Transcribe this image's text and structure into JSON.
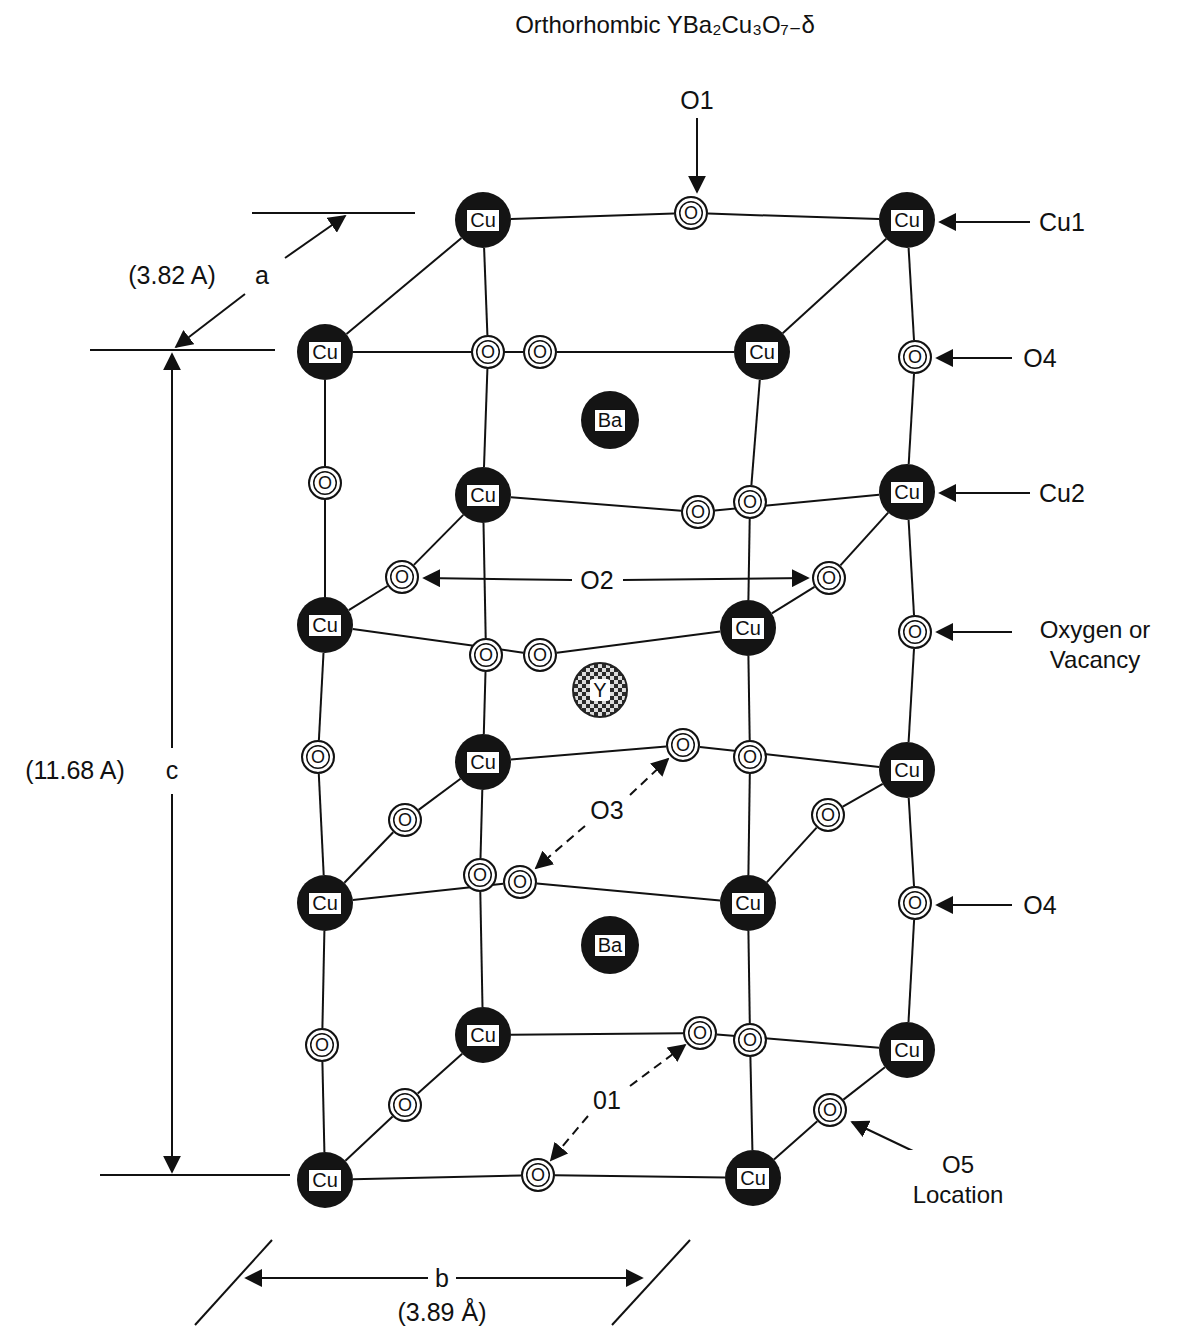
{
  "diagram": {
    "title": "Orthorhombic YBa₂Cu₃O₇₋δ",
    "nodes": [
      {
        "text": [
          "O"
        ]
      },
      {
        "text": [
          "Cu"
        ]
      },
      {
        "text": [
          "Cu"
        ]
      },
      {
        "text": [
          "Cu"
        ]
      },
      {
        "text": [
          "O"
        ]
      },
      {
        "text": [
          "O"
        ]
      },
      {
        "text": [
          "Cu"
        ]
      },
      {
        "text": [
          "O"
        ]
      },
      {
        "text": [
          "Ba"
        ]
      },
      {
        "text": [
          "O"
        ]
      },
      {
        "text": [
          "Cu"
        ]
      },
      {
        "text": [
          "Cu"
        ]
      },
      {
        "text": [
          "O"
        ]
      },
      {
        "text": [
          "O"
        ]
      },
      {
        "text": [
          "O"
        ]
      },
      {
        "text": [
          "O"
        ]
      },
      {
        "text": [
          "Cu"
        ]
      },
      {
        "text": [
          "Cu"
        ]
      },
      {
        "text": [
          "O"
        ]
      },
      {
        "text": [
          "O"
        ]
      },
      {
        "text": [
          "O"
        ]
      },
      {
        "text": [
          "Y"
        ]
      },
      {
        "text": [
          "O"
        ]
      },
      {
        "text": [
          "O"
        ]
      },
      {
        "text": [
          "O"
        ]
      },
      {
        "text": [
          "Cu"
        ]
      },
      {
        "text": [
          "Cu"
        ]
      },
      {
        "text": [
          "O"
        ]
      },
      {
        "text": [
          "O"
        ]
      },
      {
        "text": [
          "O"
        ]
      },
      {
        "text": [
          "O"
        ]
      },
      {
        "text": [
          "Cu"
        ]
      },
      {
        "text": [
          "Cu"
        ]
      },
      {
        "text": [
          "O"
        ]
      },
      {
        "text": [
          "Ba"
        ]
      },
      {
        "text": [
          "O"
        ]
      },
      {
        "text": [
          "Cu"
        ]
      },
      {
        "text": [
          "O"
        ]
      },
      {
        "text": [
          "O"
        ]
      },
      {
        "text": [
          "Cu"
        ]
      },
      {
        "text": [
          "O"
        ]
      },
      {
        "text": [
          "O"
        ]
      },
      {
        "text": [
          "O"
        ]
      },
      {
        "text": [
          "Cu"
        ]
      },
      {
        "text": [
          "Cu"
        ]
      }
    ],
    "edges": [
      {
        "from": 1,
        "to": 0,
        "arrow": "none"
      },
      {
        "from": 0,
        "to": 2,
        "arrow": "none"
      },
      {
        "from": 3,
        "to": 5,
        "arrow": "none"
      },
      {
        "from": 5,
        "to": 6,
        "arrow": "none"
      },
      {
        "from": 1,
        "to": 3,
        "arrow": "none"
      },
      {
        "from": 2,
        "to": 6,
        "arrow": "none"
      },
      {
        "from": 1,
        "to": 4,
        "arrow": "none"
      },
      {
        "from": 4,
        "to": 10,
        "arrow": "none"
      },
      {
        "from": 10,
        "to": 19,
        "arrow": "none"
      },
      {
        "from": 19,
        "to": 25,
        "arrow": "none"
      },
      {
        "from": 25,
        "to": 29,
        "arrow": "none"
      },
      {
        "from": 29,
        "to": 36,
        "arrow": "none"
      },
      {
        "from": 2,
        "to": 7,
        "arrow": "none"
      },
      {
        "from": 7,
        "to": 11,
        "arrow": "none"
      },
      {
        "from": 11,
        "to": 18,
        "arrow": "none"
      },
      {
        "from": 18,
        "to": 26,
        "arrow": "none"
      },
      {
        "from": 26,
        "to": 33,
        "arrow": "none"
      },
      {
        "from": 33,
        "to": 39,
        "arrow": "none"
      },
      {
        "from": 3,
        "to": 9,
        "arrow": "none"
      },
      {
        "from": 9,
        "to": 16,
        "arrow": "none"
      },
      {
        "from": 16,
        "to": 24,
        "arrow": "none"
      },
      {
        "from": 24,
        "to": 31,
        "arrow": "none"
      },
      {
        "from": 31,
        "to": 38,
        "arrow": "none"
      },
      {
        "from": 38,
        "to": 44,
        "arrow": "none"
      },
      {
        "from": 6,
        "to": 12,
        "arrow": "none"
      },
      {
        "from": 12,
        "to": 17,
        "arrow": "none"
      },
      {
        "from": 17,
        "to": 23,
        "arrow": "none"
      },
      {
        "from": 23,
        "to": 32,
        "arrow": "none"
      },
      {
        "from": 32,
        "to": 37,
        "arrow": "none"
      },
      {
        "from": 37,
        "to": 43,
        "arrow": "none"
      },
      {
        "from": 10,
        "to": 13,
        "arrow": "none"
      },
      {
        "from": 13,
        "to": 11,
        "arrow": "none"
      },
      {
        "from": 16,
        "to": 20,
        "arrow": "none"
      },
      {
        "from": 20,
        "to": 17,
        "arrow": "none"
      },
      {
        "from": 10,
        "to": 14,
        "arrow": "none"
      },
      {
        "from": 14,
        "to": 16,
        "arrow": "none"
      },
      {
        "from": 11,
        "to": 15,
        "arrow": "none"
      },
      {
        "from": 15,
        "to": 17,
        "arrow": "none"
      },
      {
        "from": 25,
        "to": 22,
        "arrow": "none"
      },
      {
        "from": 22,
        "to": 26,
        "arrow": "none"
      },
      {
        "from": 31,
        "to": 30,
        "arrow": "none"
      },
      {
        "from": 30,
        "to": 32,
        "arrow": "none"
      },
      {
        "from": 25,
        "to": 28,
        "arrow": "none"
      },
      {
        "from": 28,
        "to": 31,
        "arrow": "none"
      },
      {
        "from": 26,
        "to": 27,
        "arrow": "none"
      },
      {
        "from": 27,
        "to": 32,
        "arrow": "none"
      },
      {
        "from": 36,
        "to": 35,
        "arrow": "none"
      },
      {
        "from": 35,
        "to": 39,
        "arrow": "none"
      },
      {
        "from": 44,
        "to": 42,
        "arrow": "none"
      },
      {
        "from": 42,
        "to": 43,
        "arrow": "none"
      },
      {
        "from": 36,
        "to": 40,
        "arrow": "none"
      },
      {
        "from": 40,
        "to": 44,
        "arrow": "none"
      },
      {
        "from": 39,
        "to": 41,
        "arrow": "none"
      },
      {
        "from": 41,
        "to": 43,
        "arrow": "none"
      }
    ],
    "labels": [
      "O1",
      "Cu1",
      "(3.82 A)",
      "a",
      "O4",
      "Cu2",
      "O2",
      "Oxygen or Vacancy",
      "(11.68 A)",
      "c",
      "O3",
      "O4",
      "01",
      "O5 Location",
      "b",
      "(3.89 Å)"
    ]
  }
}
